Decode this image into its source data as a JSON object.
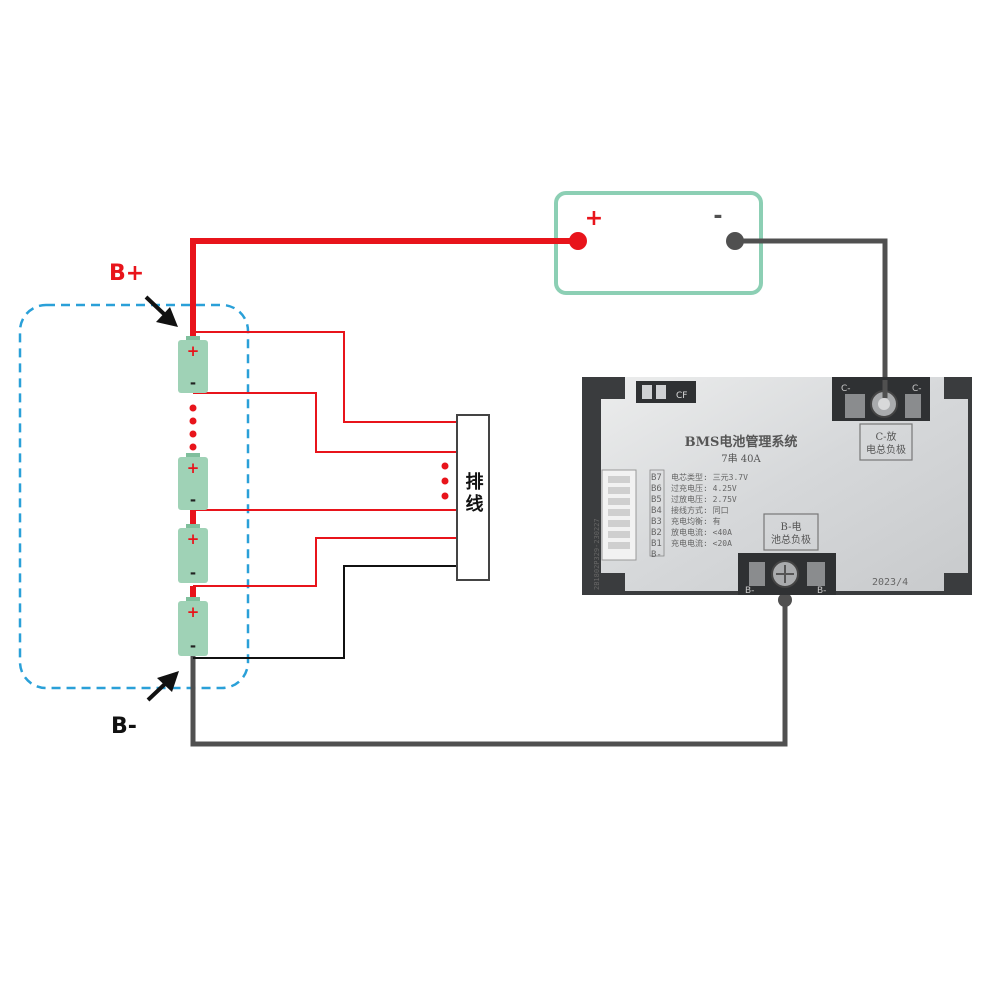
{
  "labels": {
    "b_plus": "B+",
    "b_minus": "B-",
    "ribbon": "排线"
  },
  "load": {
    "plus": "+",
    "minus": "-"
  },
  "cells": [
    {
      "plus": "+",
      "minus": "-"
    },
    {
      "plus": "+",
      "minus": "-"
    },
    {
      "plus": "+",
      "minus": "-"
    },
    {
      "plus": "+",
      "minus": "-"
    }
  ],
  "pcb": {
    "title": "BMS电池管理系统",
    "subtitle": "7串 40A",
    "c_minus_label": "C-放电总负极",
    "b_minus_label": "B-电池总负极",
    "c_minus_pad": "C-",
    "c_minus_pad_right": "C-",
    "cf_label": "CF",
    "b_minus_pad": "B-",
    "b_minus_pad_right": "B-",
    "date": "2023/4",
    "side_code": "2B1802P329-230227",
    "pins": [
      "B7",
      "B6",
      "B5",
      "B4",
      "B3",
      "B2",
      "B1",
      "B-"
    ],
    "specs": [
      "电芯类型: 三元3.7V",
      "过充电压: 4.25V",
      "过放电压: 2.75V",
      "接线方式: 同口",
      "充电均衡: 有",
      "放电电流: <40A",
      "充电电流: <20A"
    ]
  },
  "colors": {
    "positive_wire": "#e8141b",
    "negative_wire": "#505050",
    "sense_black": "#111111",
    "pack_outline": "#2aa0d8",
    "cell_fill": "#9fd2b6",
    "load_outline": "#8ccfb4",
    "pcb_fill": "#d9dbdd"
  }
}
